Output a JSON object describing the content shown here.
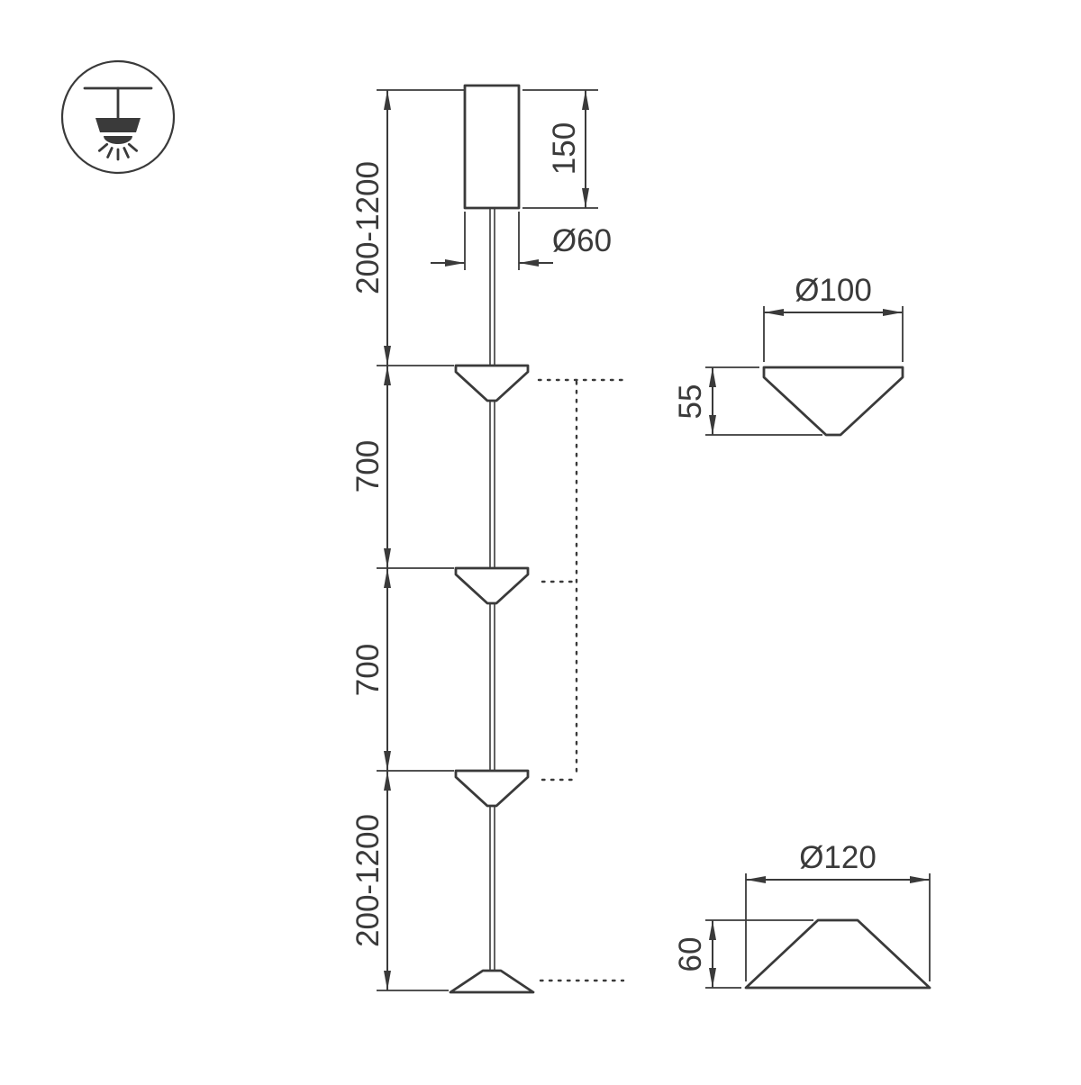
{
  "line_color": "#3a3a3a",
  "background_color": "#ffffff",
  "icon": {
    "name": "ceiling-pendant-lamp-icon"
  },
  "main_view": {
    "suspension_top_label": "200-1200",
    "canopy_height_label": "150",
    "canopy_diameter_label": "Ø60",
    "spacing_upper_label": "700",
    "spacing_lower_label": "700",
    "suspension_bottom_label": "200-1200"
  },
  "detail_views": {
    "small_cone": {
      "diameter_label": "Ø100",
      "height_label": "55"
    },
    "large_cone": {
      "diameter_label": "Ø120",
      "height_label": "60"
    }
  }
}
